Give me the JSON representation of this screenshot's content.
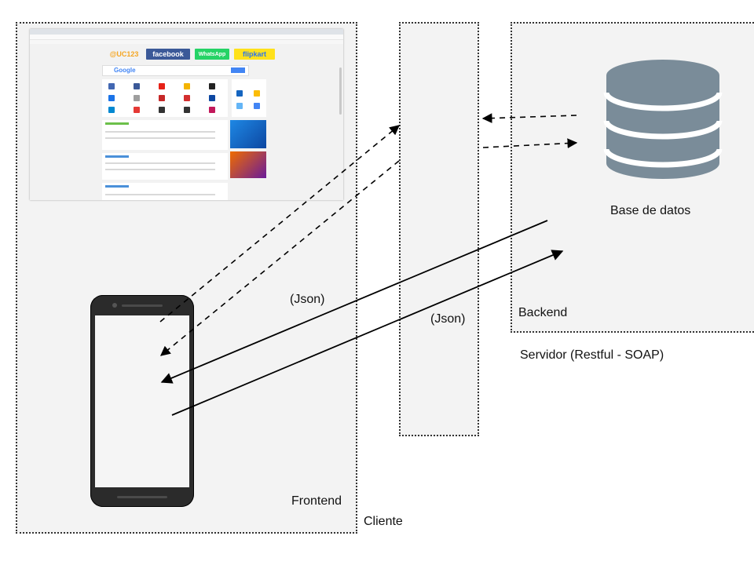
{
  "labels": {
    "cliente": "Cliente",
    "frontend": "Frontend",
    "backend": "Backend",
    "servidor": "Servidor (Restful - SOAP)",
    "database": "Base de datos",
    "json_left": "(Json)",
    "json_right": "(Json)"
  },
  "browser_screenshot": {
    "logos": [
      "@UC123",
      "facebook",
      "WhatsApp",
      "flipkart"
    ]
  },
  "colors": {
    "database": "#7a8c99",
    "panel_fill": "#f3f3f3",
    "border": "#333333",
    "arrow": "#000000"
  },
  "icons": {
    "database": "database-icon",
    "phone": "smartphone-icon"
  }
}
